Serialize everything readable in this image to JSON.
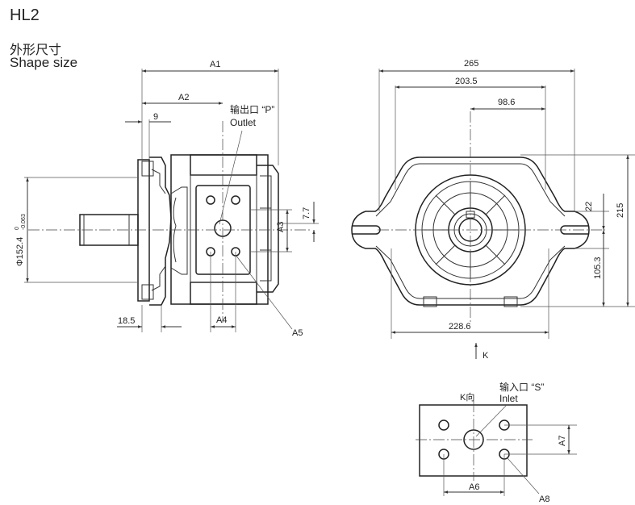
{
  "header": {
    "title": "HL2",
    "subtitle_cn": "外形尺寸",
    "subtitle_en": "Shape size"
  },
  "side_view": {
    "dims": {
      "a1": "A1",
      "a2": "A2",
      "d9": "9",
      "a3": "A3",
      "d77": "7.7",
      "a4": "A4",
      "a5": "A5",
      "d185": "18.5",
      "pilot": "Φ152.4",
      "tol_top": "0",
      "tol_bot": "-0.063"
    },
    "outlet_cn": "输出口 “P”",
    "outlet_en": "Outlet"
  },
  "front_view": {
    "dims": {
      "d265": "265",
      "d2035": "203.5",
      "d986": "98.6",
      "d22": "22",
      "d215": "215",
      "d1053": "105.3",
      "d2286": "228.6"
    },
    "arrow_label": "K"
  },
  "k_view": {
    "title": "K向",
    "inlet_cn": "输入口 “S”",
    "inlet_en": "Inlet",
    "dims": {
      "a6": "A6",
      "a7": "A7",
      "a8": "A8"
    }
  },
  "colors": {
    "line": "#333333",
    "background": "#ffffff"
  }
}
